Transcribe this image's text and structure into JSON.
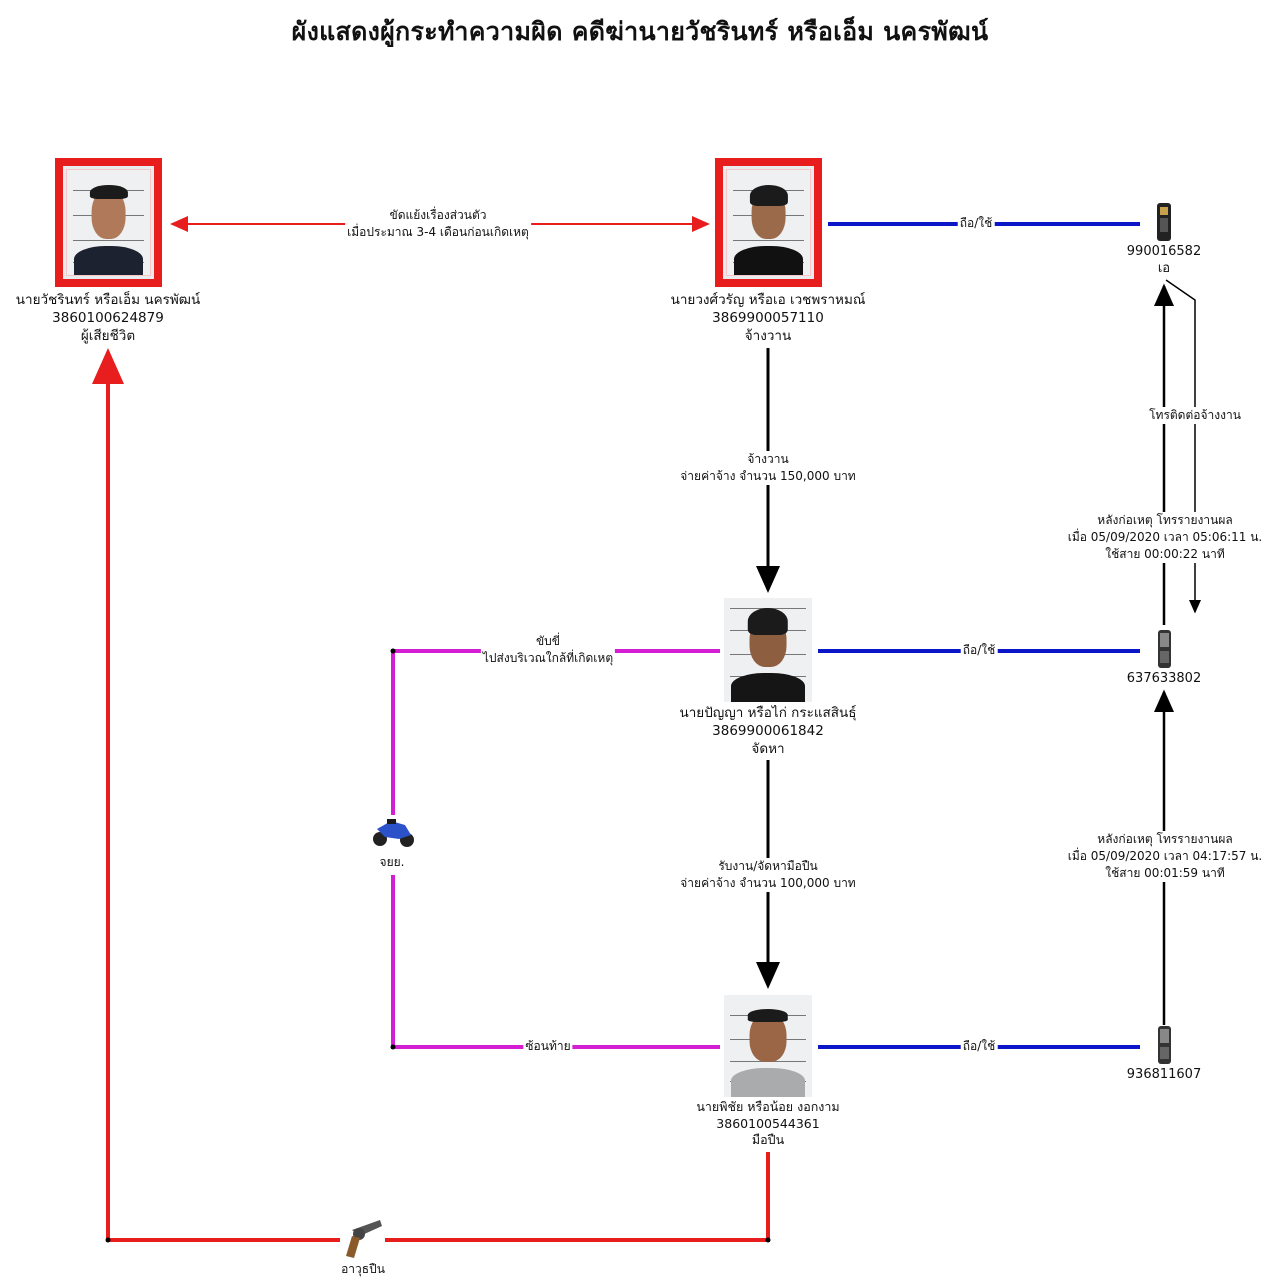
{
  "title": "ผังแสดงผู้กระทำความผิด คดีฆ่านายวัชรินทร์ หรือเอ็ม นครพัฒน์",
  "persons": [
    {
      "name": "นายวัชรินทร์ หรือเอ็ม นครพัฒน์",
      "id": "3860100624879",
      "role": "ผู้เสียชีวิต"
    },
    {
      "name": "นายวงศ์วรัญ หรือเอ เวชพราหมณ์",
      "id": "3869900057110",
      "role": "จ้างวาน"
    },
    {
      "name": "นายปัญญา หรือไก่ กระแสสินธุ์",
      "id": "3869900061842",
      "role": "จัดหา"
    },
    {
      "name": "นายพิชัย หรือน้อย งอกงาม",
      "id": "3860100544361",
      "role": "มือปืน"
    }
  ],
  "phones": [
    {
      "number": "990016582",
      "owner": "เอ"
    },
    {
      "number": "637633802"
    },
    {
      "number": "936811607"
    }
  ],
  "objects": {
    "motorcycle": "จยย.",
    "gun": "อาวุธปืน"
  },
  "links": {
    "conflict": [
      "ขัดแย้งเรื่องส่วนตัว",
      "เมื่อประมาณ 3-4 เดือนก่อนเกิดเหตุ"
    ],
    "hire": [
      "จ้างวาน",
      "จ่ายค่าจ้าง จำนวน 150,000 บาท"
    ],
    "procure": [
      "รับงาน/จัดหามือปืน",
      "จ่ายค่าจ้าง จำนวน 100,000 บาท"
    ],
    "ride": [
      "ขับขี่",
      "ไปส่งบริเวณใกล้ที่เกิดเหตุ"
    ],
    "pillion": "ซ้อนท้าย",
    "use1": "ถือ/ใช้",
    "use2": "ถือ/ใช้",
    "use3": "ถือ/ใช้",
    "call_hire": "โทรติดต่อจ้างงาน",
    "call_report1": [
      "หลังก่อเหตุ โทรรายงานผล",
      "เมื่อ 05/09/2020 เวลา 05:06:11 น.",
      "ใช้สาย 00:00:22 นาที"
    ],
    "call_report2": [
      "หลังก่อเหตุ โทรรายงานผล",
      "เมื่อ 05/09/2020 เวลา 04:17:57 น.",
      "ใช้สาย 00:01:59 นาที"
    ]
  },
  "colors": {
    "red": "#e81d1d",
    "blue": "#0a16c8",
    "magenta": "#d41ed4",
    "black": "#000000"
  }
}
